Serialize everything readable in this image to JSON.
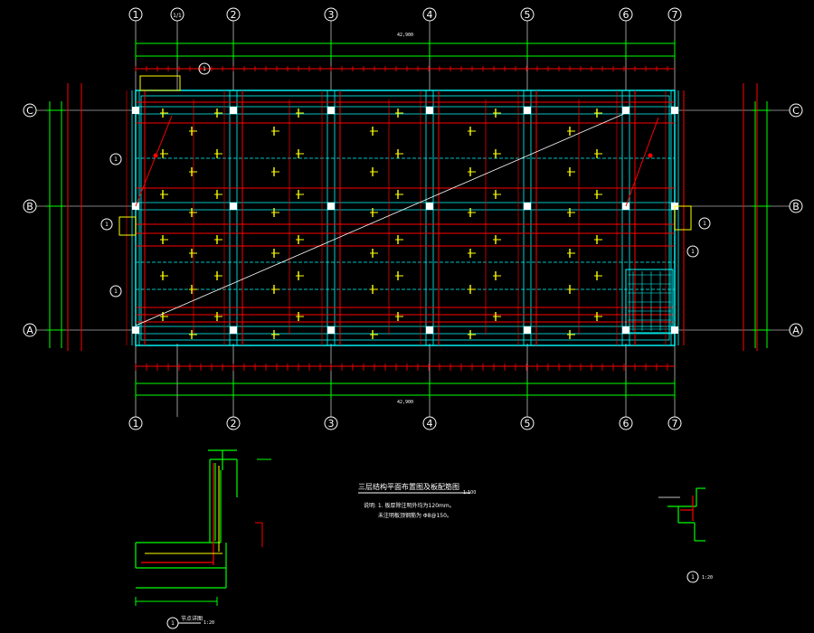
{
  "drawing": {
    "background_color": "#000000",
    "colors": {
      "axis_line": "#ffffff",
      "dimension": "#00ff00",
      "beam": "#ff0000",
      "slab_edge": "#00ffff",
      "rebar_label": "#ffff00",
      "column": "#ffffff"
    }
  },
  "plan": {
    "vertical_axes": [
      "1",
      "1/1",
      "2",
      "3",
      "4",
      "5",
      "6",
      "7"
    ],
    "horizontal_axes": [
      "C",
      "B",
      "A"
    ],
    "section_marks": [
      "1",
      "1",
      "1",
      "1",
      "1",
      "1"
    ],
    "overall_dimension": "42,900"
  },
  "notes": {
    "title": "三层结构平面布置图及板配筋图",
    "scale": "1:100",
    "line1": "说明: 1. 板厚除注明外均为120mm。",
    "line2": "未注明板顶钢筋为 Φ8@150。"
  },
  "details": {
    "left_mark": "1",
    "left_label": "节点详图",
    "left_scale": "1:20",
    "right_mark": "1",
    "right_scale": "1:20"
  }
}
